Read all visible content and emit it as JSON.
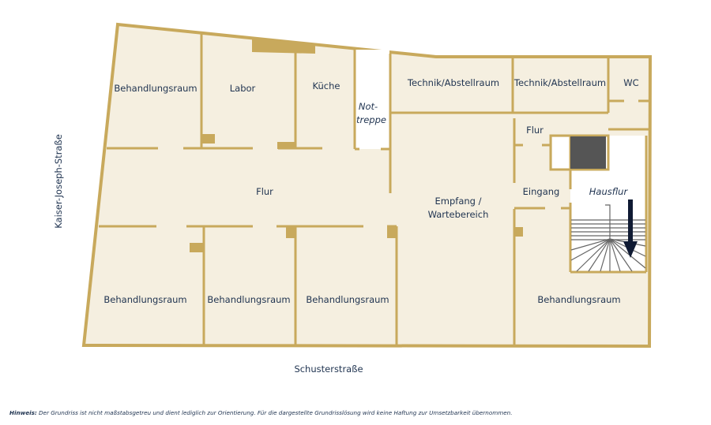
{
  "colors": {
    "wall": "#c8a95c",
    "floor": "#f5efe0",
    "text": "#1f3350",
    "elevator": "#555555",
    "arrow": "#0f1a33"
  },
  "rooms": {
    "r1": "Behandlungsraum",
    "labor": "Labor",
    "kueche": "Küche",
    "not1": "Not-",
    "not2": "treppe",
    "technik1": "Technik/Abstellraum",
    "technik2": "Technik/Abstellraum",
    "wc": "WC",
    "flur_main": "Flur",
    "flur_small": "Flur",
    "empfang1": "Empfang /",
    "empfang2": "Wartebereich",
    "eingang": "Eingang",
    "hausflur": "Hausflur",
    "b1": "Behandlungsraum",
    "b2": "Behandlungsraum",
    "b3": "Behandlungsraum",
    "b4": "Behandlungsraum"
  },
  "streets": {
    "left": "Kaiser-Joseph-Straße",
    "bottom": "Schusterstraße"
  },
  "note": {
    "label": "Hinweis:",
    "text": " Der Grundriss ist nicht maßstabsgetreu und dient lediglich zur Orientierung. Für die dargestellte Grundrisslösung wird keine Haftung zur Umsetzbarkeit übernommen."
  }
}
